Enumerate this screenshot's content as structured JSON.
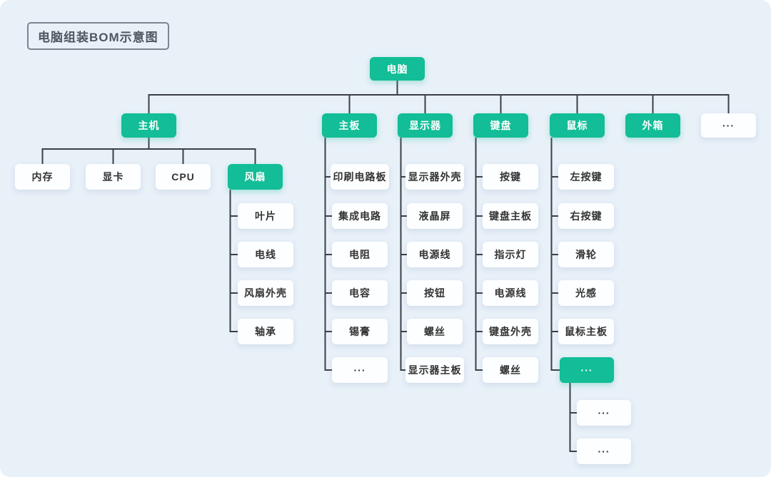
{
  "title": "电脑组装BOM示意图",
  "colors": {
    "accent": "#12BD97",
    "background": "#E8F0F8",
    "node_background": "#FDFEFF",
    "connector_line": "#3C4045",
    "node_text": "#333333",
    "accent_text": "#FFFFFF"
  },
  "tree": {
    "id": "computer",
    "label": "电脑",
    "variant": "accent",
    "children": [
      {
        "id": "host",
        "label": "主机",
        "variant": "accent",
        "children": [
          {
            "id": "memory",
            "label": "内存",
            "variant": "plain"
          },
          {
            "id": "gpu",
            "label": "显卡",
            "variant": "plain"
          },
          {
            "id": "cpu",
            "label": "CPU",
            "variant": "plain"
          },
          {
            "id": "fan",
            "label": "风扇",
            "variant": "accent",
            "children": [
              {
                "id": "fan-blade",
                "label": "叶片",
                "variant": "plain"
              },
              {
                "id": "fan-wire",
                "label": "电线",
                "variant": "plain"
              },
              {
                "id": "fan-shell",
                "label": "风扇外壳",
                "variant": "plain"
              },
              {
                "id": "fan-bearing",
                "label": "轴承",
                "variant": "plain"
              }
            ]
          }
        ]
      },
      {
        "id": "mainboard",
        "label": "主板",
        "variant": "accent",
        "children": [
          {
            "id": "mb-pcb",
            "label": "印刷电路板",
            "variant": "plain"
          },
          {
            "id": "mb-ic",
            "label": "集成电路",
            "variant": "plain"
          },
          {
            "id": "mb-resistor",
            "label": "电阻",
            "variant": "plain"
          },
          {
            "id": "mb-capacitor",
            "label": "电容",
            "variant": "plain"
          },
          {
            "id": "mb-solder",
            "label": "锡膏",
            "variant": "plain"
          },
          {
            "id": "mb-more",
            "label": "···",
            "variant": "plain"
          }
        ]
      },
      {
        "id": "monitor",
        "label": "显示器",
        "variant": "accent",
        "children": [
          {
            "id": "mon-shell",
            "label": "显示器外壳",
            "variant": "plain"
          },
          {
            "id": "mon-lcd",
            "label": "液晶屏",
            "variant": "plain"
          },
          {
            "id": "mon-power",
            "label": "电源线",
            "variant": "plain"
          },
          {
            "id": "mon-button",
            "label": "按钮",
            "variant": "plain"
          },
          {
            "id": "mon-screw",
            "label": "螺丝",
            "variant": "plain"
          },
          {
            "id": "mon-board",
            "label": "显示器主板",
            "variant": "plain"
          }
        ]
      },
      {
        "id": "keyboard",
        "label": "键盘",
        "variant": "accent",
        "children": [
          {
            "id": "kb-key",
            "label": "按键",
            "variant": "plain"
          },
          {
            "id": "kb-board",
            "label": "键盘主板",
            "variant": "plain"
          },
          {
            "id": "kb-led",
            "label": "指示灯",
            "variant": "plain"
          },
          {
            "id": "kb-power",
            "label": "电源线",
            "variant": "plain"
          },
          {
            "id": "kb-shell",
            "label": "键盘外壳",
            "variant": "plain"
          },
          {
            "id": "kb-screw",
            "label": "螺丝",
            "variant": "plain"
          }
        ]
      },
      {
        "id": "mouse",
        "label": "鼠标",
        "variant": "accent",
        "children": [
          {
            "id": "ms-left",
            "label": "左按键",
            "variant": "plain"
          },
          {
            "id": "ms-right",
            "label": "右按键",
            "variant": "plain"
          },
          {
            "id": "ms-wheel",
            "label": "滑轮",
            "variant": "plain"
          },
          {
            "id": "ms-sensor",
            "label": "光感",
            "variant": "plain"
          },
          {
            "id": "ms-board",
            "label": "鼠标主板",
            "variant": "plain"
          },
          {
            "id": "ms-more",
            "label": "···",
            "variant": "accent",
            "children": [
              {
                "id": "ms-more-1",
                "label": "···",
                "variant": "plain"
              },
              {
                "id": "ms-more-2",
                "label": "···",
                "variant": "plain"
              }
            ]
          }
        ]
      },
      {
        "id": "case",
        "label": "外箱",
        "variant": "accent"
      },
      {
        "id": "l2-more",
        "label": "···",
        "variant": "plain"
      }
    ]
  }
}
